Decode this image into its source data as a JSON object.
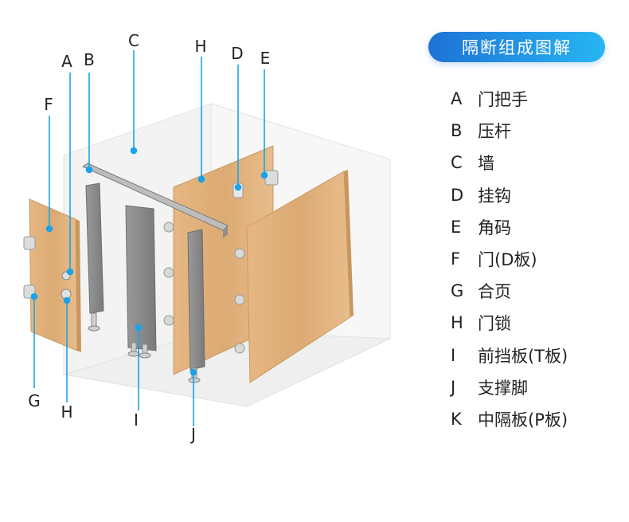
{
  "title": "隔断组成图解",
  "legend": [
    {
      "key": "A",
      "text": "门把手"
    },
    {
      "key": "B",
      "text": "压杆"
    },
    {
      "key": "C",
      "text": "墙"
    },
    {
      "key": "D",
      "text": "挂钩"
    },
    {
      "key": "E",
      "text": "角码"
    },
    {
      "key": "F",
      "text": "门(D板)"
    },
    {
      "key": "G",
      "text": "合页"
    },
    {
      "key": "H",
      "text": "门锁"
    },
    {
      "key": "I",
      "text": "前挡板(T板)"
    },
    {
      "key": "J",
      "text": "支撑脚"
    },
    {
      "key": "K",
      "text": "中隔板(P板)"
    }
  ],
  "diagram_labels": {
    "A": "A",
    "B": "B",
    "C": "C",
    "H_top": "H",
    "D": "D",
    "E": "E",
    "F": "F",
    "G": "G",
    "H_bottom": "H",
    "I": "I",
    "J": "J"
  },
  "colors": {
    "accent_start": "#1e72d6",
    "accent_end": "#27b6f3",
    "leader": "#1aa3e8",
    "wood": "#e2b07a",
    "panel_gray": "#8c8c8c"
  }
}
